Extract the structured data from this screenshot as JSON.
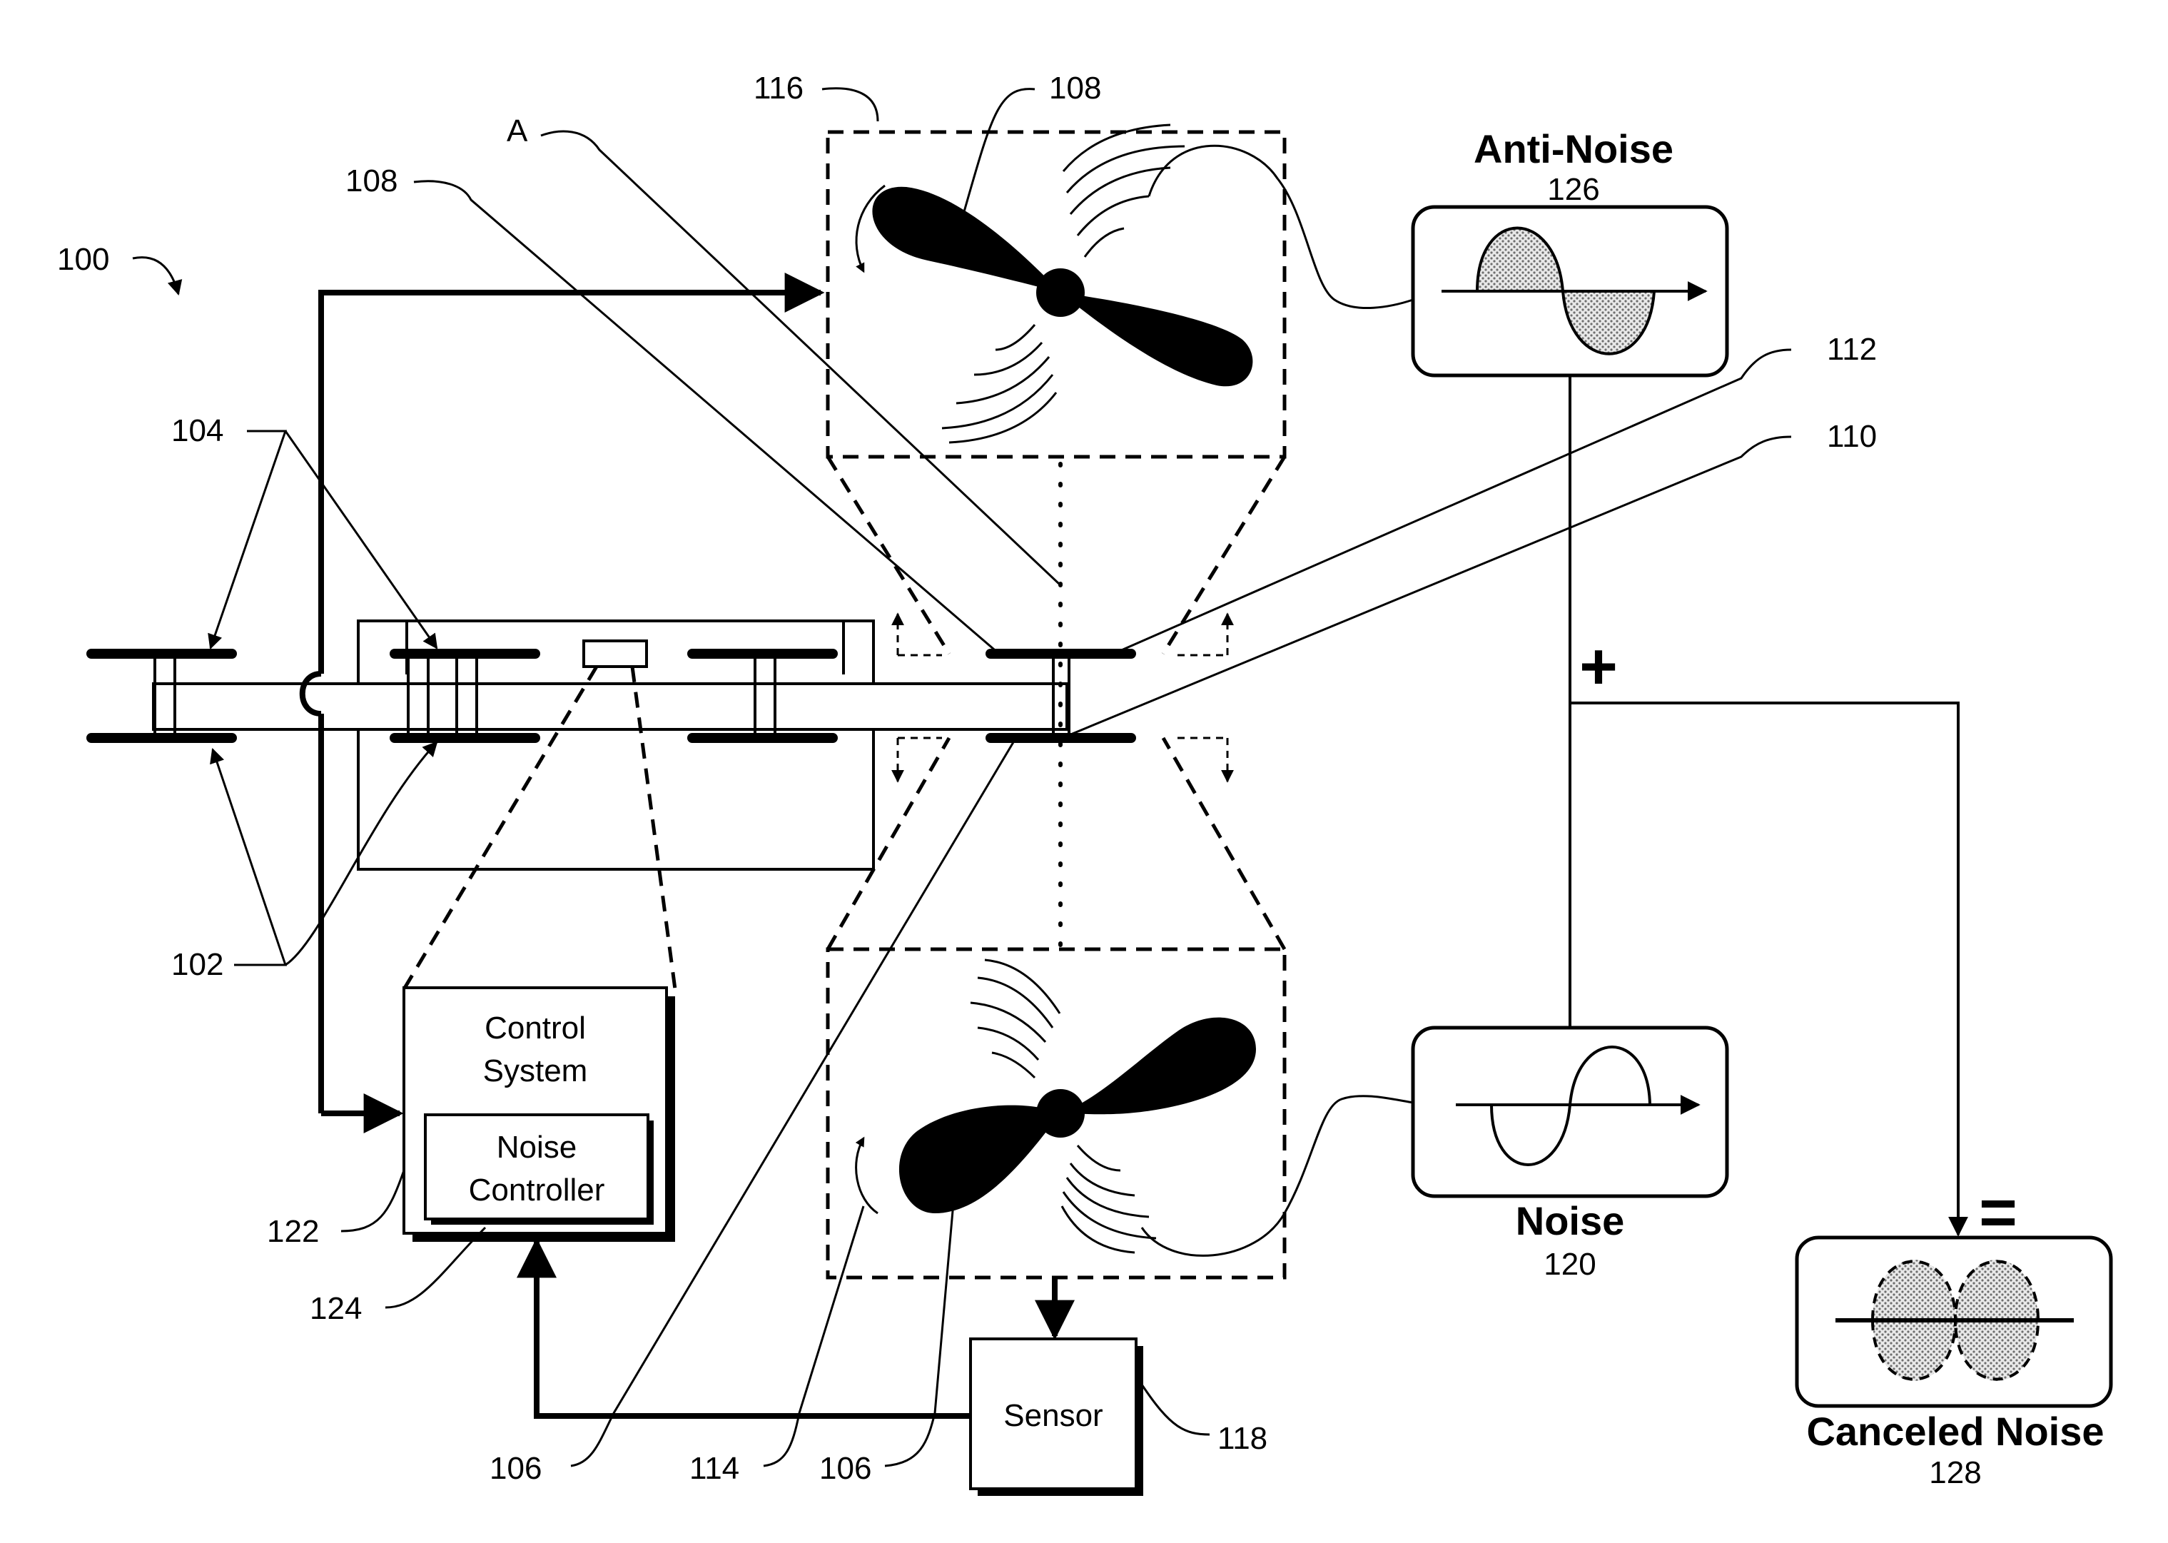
{
  "figure_ref": "100",
  "labels": {
    "ref_102": "102",
    "ref_104": "104",
    "ref_106_left": "106",
    "ref_106_right": "106",
    "ref_108_upper": "108",
    "ref_108_left": "108",
    "ref_110": "110",
    "ref_112": "112",
    "ref_114": "114",
    "ref_116": "116",
    "ref_118": "118",
    "ref_122": "122",
    "ref_124": "124",
    "axis_a": "A"
  },
  "control_system": {
    "line1": "Control",
    "line2": "System"
  },
  "noise_controller": {
    "line1": "Noise",
    "line2": "Controller"
  },
  "sensor": {
    "label": "Sensor"
  },
  "anti_noise": {
    "title": "Anti-Noise",
    "number": "126"
  },
  "noise": {
    "title": "Noise",
    "number": "120"
  },
  "canceled_noise": {
    "title": "Canceled Noise",
    "number": "128"
  },
  "operators": {
    "plus": "+",
    "equals": "="
  },
  "colors": {
    "ink": "#000000",
    "stipple": "#9a9a9a",
    "background": "#ffffff"
  }
}
